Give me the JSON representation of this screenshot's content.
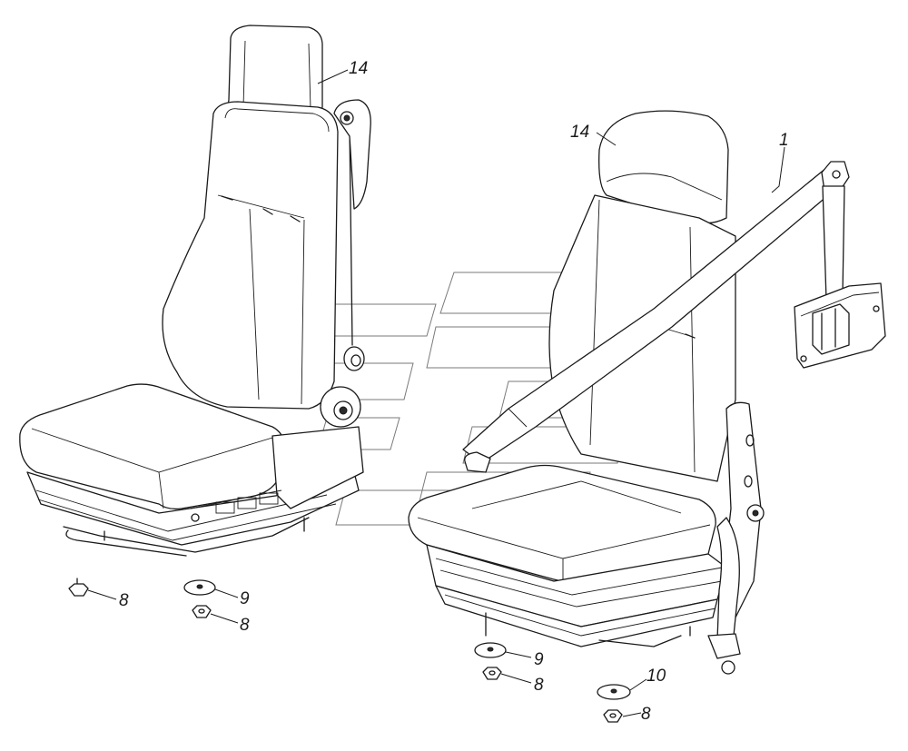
{
  "callouts": {
    "left_headrest": "14",
    "right_headrest": "14",
    "belt": "1",
    "left_nut_a": "8",
    "left_washer": "9",
    "left_nut_b": "8",
    "right_washer_a": "9",
    "right_nut_a": "8",
    "right_washer_b": "10",
    "right_nut_b": "8"
  },
  "colors": {
    "line": "#1a1a1a",
    "watermark": "#7a7a7a",
    "background": "#ffffff"
  }
}
